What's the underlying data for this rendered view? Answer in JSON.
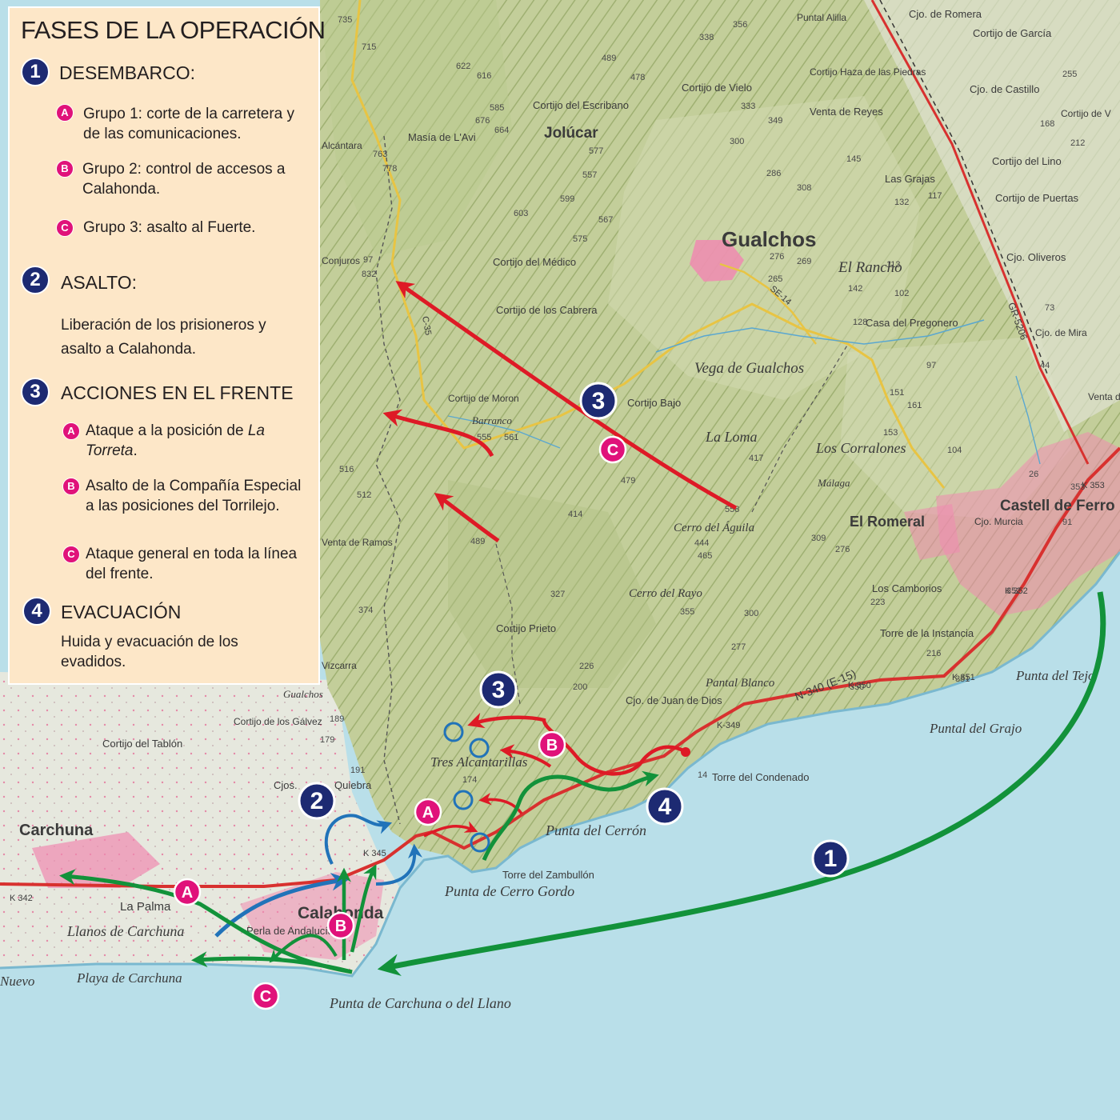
{
  "legend": {
    "title": "FASES DE LA OPERACIÓN",
    "phase1": {
      "number": "1",
      "title": "DESEMBARCO:",
      "items": [
        {
          "marker": "A",
          "text": "Grupo 1: corte de la carretera y de las comunicaciones."
        },
        {
          "marker": "B",
          "text": "Grupo 2: control de accesos a Calahonda."
        },
        {
          "marker": "C",
          "text": "Grupo 3: asalto al Fuerte."
        }
      ]
    },
    "phase2": {
      "number": "2",
      "title": "ASALTO:",
      "text": "Liberación de los prisioneros y asalto a Calahonda."
    },
    "phase3": {
      "number": "3",
      "title": "ACCIONES EN EL FRENTE",
      "items": [
        {
          "marker": "A",
          "text_prefix": "Ataque a la posición de ",
          "text_italic": "La Torreta",
          "text_suffix": "."
        },
        {
          "marker": "B",
          "text": "Asalto de la Compañía Especial a las posiciones del Torrilejo."
        },
        {
          "marker": "C",
          "text": "Ataque general en toda la línea del frente."
        }
      ]
    },
    "phase4": {
      "number": "4",
      "title": "EVACUACIÓN",
      "text": "Huida y evacuación de los evadidos."
    }
  },
  "map": {
    "towns": [
      {
        "name": "Gualchos",
        "big": true
      },
      {
        "name": "Jolúcar"
      },
      {
        "name": "Carchuna"
      },
      {
        "name": "Calahonda"
      },
      {
        "name": "Castell de Ferro"
      },
      {
        "name": "El Romeral"
      }
    ],
    "labels": [
      "Cortijo del Escribano",
      "Cortijo de Vielo",
      "Cortijo Haza de las Piedras",
      "Venta de Reyes",
      "Masía de L'Avi",
      "Cortijo del Médico",
      "Cortijo de los Cabrera",
      "Cortijo Bajo",
      "La Loma",
      "Los Corralones",
      "Cerro del Águila",
      "Cerro del Rayo",
      "Cortijo Prieto",
      "Vega de Gualchos",
      "El Rancho",
      "Casa del Pregonero",
      "Las Grajas",
      "Cortijo del Lino",
      "Cortijo de Puertas",
      "Cjo. Oliveros",
      "Cjo. de Castillo",
      "Cortijo de García",
      "Cjo. de Romera",
      "Puntal Alilla",
      "Cjo. Murcia",
      "Málaga",
      "Los Camborios",
      "Torre de la Instancia",
      "Pantal Blanco",
      "Cjo. de Juan de Dios",
      "Torre del Condenado",
      "Torre del Zambullón",
      "Cortijo del Tablón",
      "Cortijo de los Gálvez",
      "La Palma",
      "Llanos de Carchuna",
      "Venta de Ramos",
      "Cortijo de Moron",
      "Conjuros",
      "Tres Alcantarillas",
      "Quiebra",
      "Cjos.",
      "Gualchos",
      "Perla de Andalucía",
      "Venta de Is",
      "Cjo. de Mira",
      "Cortijo de V",
      "Alcántara",
      "Vizcarra",
      "Barranco"
    ],
    "coast_labels": [
      "Punta del Cerrón",
      "Punta de Cerro Gordo",
      "Punta de Carchuna o del Llano",
      "Playa de Carchuna",
      "Nuevo",
      "Puntal del Grajo",
      "Punta del Tejo"
    ],
    "road_labels": [
      "N-340 (E-15)",
      "K 350",
      "K 351",
      "K 352",
      "K 353",
      "K-349",
      "K 345",
      "K 342",
      "GR-5206",
      "SE-14",
      "C-35"
    ],
    "elevations": [
      "356",
      "338",
      "478",
      "489",
      "622",
      "616",
      "585",
      "676",
      "664",
      "577",
      "557",
      "599",
      "603",
      "567",
      "575",
      "333",
      "349",
      "300",
      "286",
      "308",
      "145",
      "132",
      "117",
      "255",
      "212",
      "168",
      "276",
      "269",
      "265",
      "142",
      "113",
      "102",
      "128",
      "97",
      "73",
      "44",
      "151",
      "161",
      "153",
      "104",
      "26",
      "91",
      "417",
      "479",
      "414",
      "558",
      "444",
      "465",
      "309",
      "276",
      "300",
      "327",
      "355",
      "277",
      "226",
      "200",
      "374",
      "489",
      "512",
      "516",
      "561",
      "555",
      "97",
      "832",
      "778",
      "763",
      "735",
      "715",
      "223",
      "216",
      "179",
      "191",
      "174",
      "189",
      "14",
      "353",
      "352",
      "350",
      "351"
    ],
    "markers": [
      {
        "kind": "phase",
        "label": "1"
      },
      {
        "kind": "phase",
        "label": "2"
      },
      {
        "kind": "phase",
        "label": "3"
      },
      {
        "kind": "phase",
        "label": "3"
      },
      {
        "kind": "phase",
        "label": "4"
      },
      {
        "kind": "sub",
        "label": "A"
      },
      {
        "kind": "sub",
        "label": "A"
      },
      {
        "kind": "sub",
        "label": "B"
      },
      {
        "kind": "sub",
        "label": "B"
      },
      {
        "kind": "sub",
        "label": "C"
      },
      {
        "kind": "sub",
        "label": "C"
      }
    ],
    "colors": {
      "sea": "#b9dfe9",
      "land": "#c4cf9c",
      "coastal_plain": "#e3e6dd",
      "phase_badge": "#1d2a72",
      "sub_badge": "#e0127a",
      "arrow_red": "#de1a26",
      "arrow_green": "#12923a",
      "arrow_blue": "#2173b9",
      "road_red": "#d8312f",
      "road_yellow": "#e8c443",
      "urban": "#f08ab0",
      "legend_bg": "#fde7c8"
    }
  }
}
